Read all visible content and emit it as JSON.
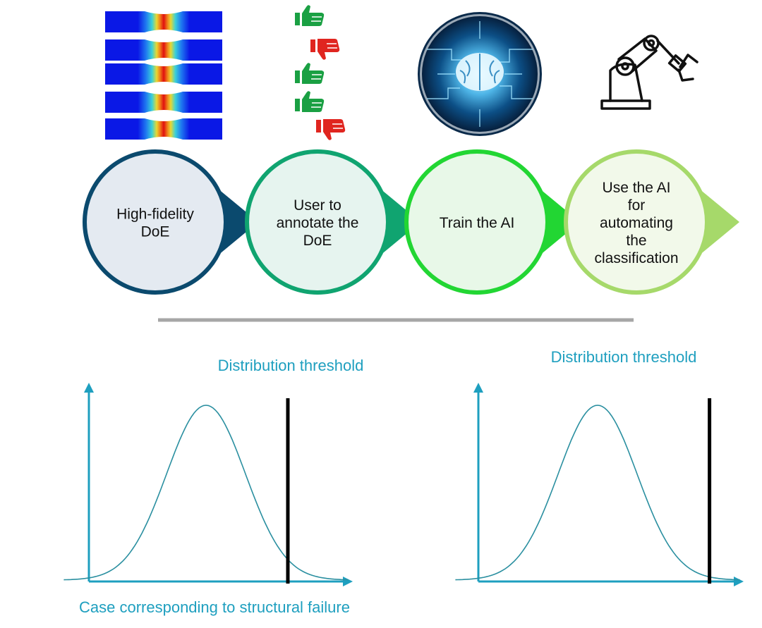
{
  "steps": [
    {
      "lines": [
        "High-fidelity",
        "DoE"
      ],
      "ring": "#0b4a6e",
      "fill": "#e4eaf1"
    },
    {
      "lines": [
        "User to",
        "annotate the",
        "DoE"
      ],
      "ring": "#10a470",
      "fill": "#e6f4ef"
    },
    {
      "lines": [
        "Train the AI"
      ],
      "ring": "#22d633",
      "fill": "#e8f8e8"
    },
    {
      "lines": [
        "Use the AI",
        "for",
        "automating",
        "the",
        "classification"
      ],
      "ring": "#a6d96a",
      "fill": "#f2f9ea"
    }
  ],
  "icons": {
    "simulation": "simulation-strips-icon",
    "thumbs": "thumbs-up-down-icon",
    "brain": "ai-brain-icon",
    "robot": "robot-arm-icon"
  },
  "divider_color": "#a6a6a6",
  "accent_color": "#1e9fbf",
  "charts": [
    {
      "title": "Distribution threshold",
      "caption": "Case corresponding to structural failure",
      "threshold_position": 0.79
    },
    {
      "title": "Distribution threshold",
      "caption": "",
      "threshold_position": 0.9
    }
  ]
}
